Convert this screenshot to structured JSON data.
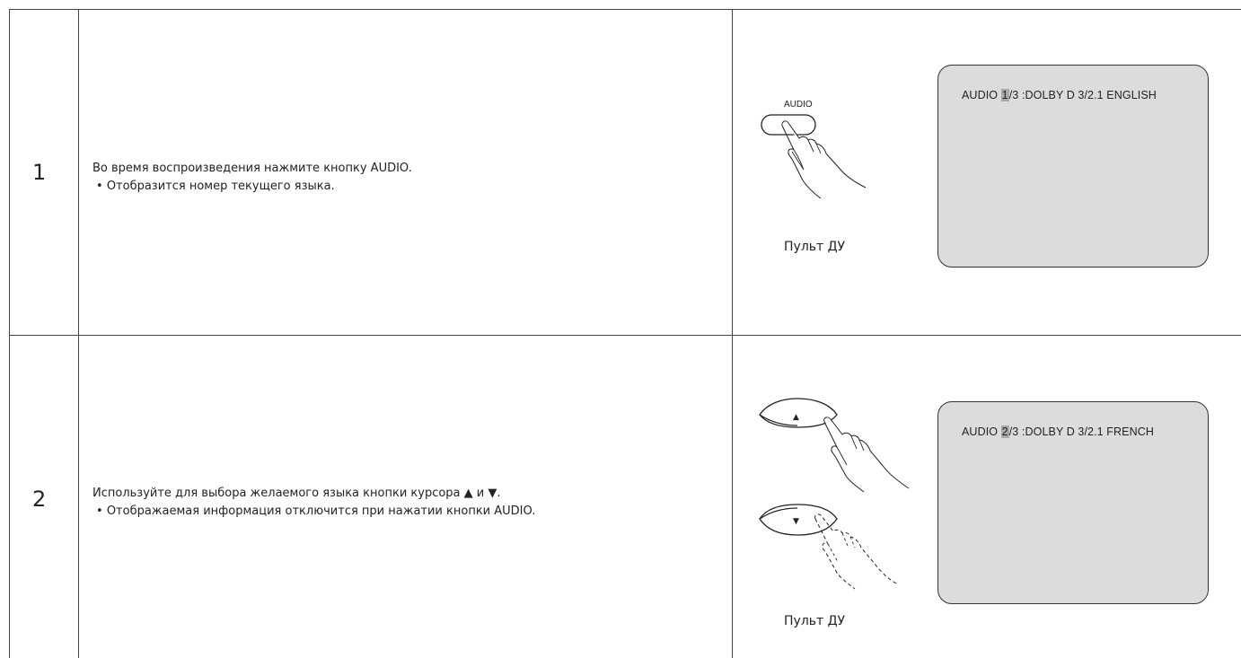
{
  "steps": [
    {
      "number": "1",
      "instruction": "Во время воспроизведения нажмите кнопку AUDIO.",
      "note": "Отобразится номер текущего языка.",
      "illustration": {
        "button_label": "AUDIO",
        "caption": "Пульт ДУ"
      },
      "osd": {
        "prefix": "AUDIO ",
        "track_current": "1",
        "track_rest": "/3 :DOLBY D 3/2.1  ENGLISH"
      }
    },
    {
      "number": "2",
      "instruction": "Используйте для выбора желаемого языка кнопки курсора ▲ и ▼.",
      "note": "Отображаемая информация отключится при нажатии кнопки AUDIO.",
      "illustration": {
        "up_symbol": "▲",
        "down_symbol": "▼",
        "caption": "Пульт ДУ"
      },
      "osd": {
        "prefix": "AUDIO ",
        "track_current": "2",
        "track_rest": "/3 :DOLBY D 3/2.1  FRENCH"
      }
    }
  ],
  "colors": {
    "osd_background": "#dcdcdc",
    "osd_highlight": "#a9a9a9",
    "rule": "#444444"
  }
}
